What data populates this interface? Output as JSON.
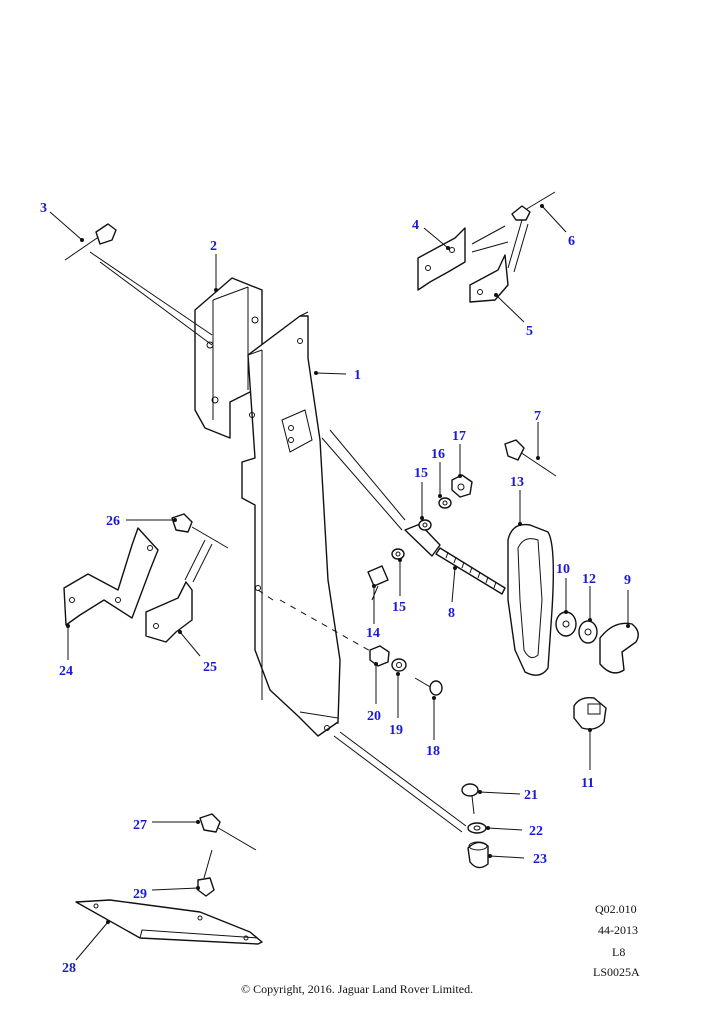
{
  "diagram": {
    "callouts": [
      "1",
      "2",
      "3",
      "4",
      "5",
      "6",
      "7",
      "8",
      "9",
      "10",
      "11",
      "12",
      "13",
      "14",
      "15",
      "15",
      "16",
      "17",
      "18",
      "19",
      "20",
      "21",
      "22",
      "23",
      "24",
      "25",
      "26",
      "27",
      "28",
      "29"
    ]
  },
  "meta": {
    "ref_code": "Q02.010",
    "date_code": "44-2013",
    "level": "L8",
    "drawing_id": "LS0025A",
    "copyright": "© Copyright, 2016. Jaguar Land Rover Limited."
  },
  "colors": {
    "callout": "#1a1ad6",
    "line": "#111111"
  }
}
